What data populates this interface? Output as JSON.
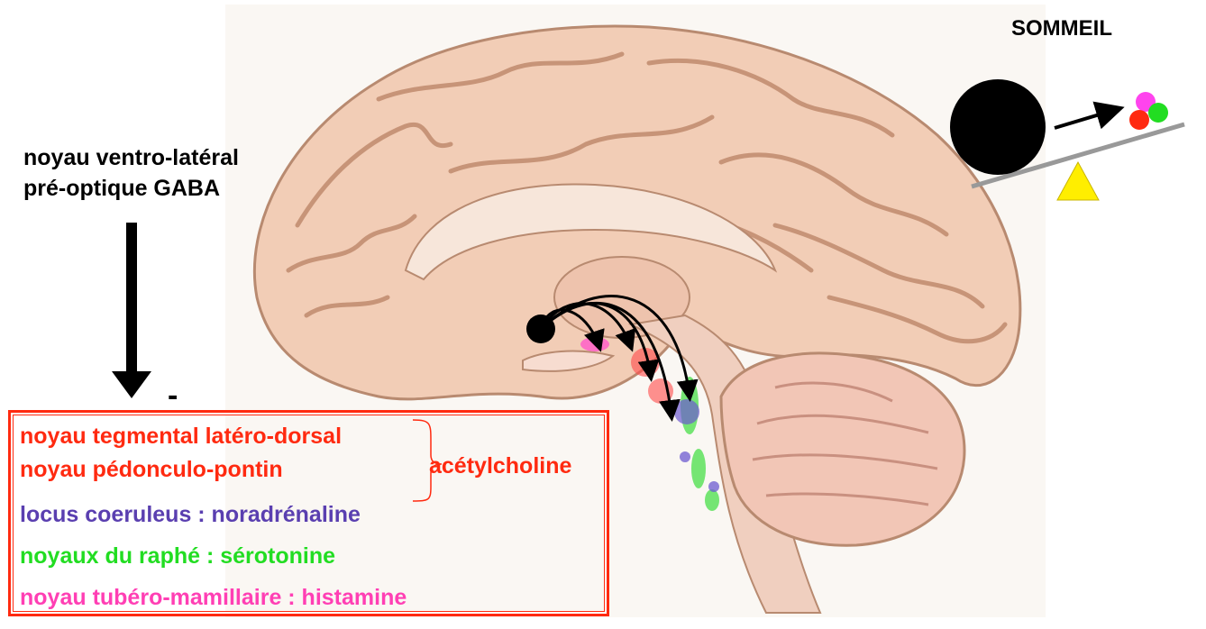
{
  "vlpo_label": {
    "line1": "noyau ventro-latéral",
    "line2": "pré-optique GABA"
  },
  "vlpo_inhibition_sign": "-",
  "sleep_panel": {
    "title": "SOMMEIL",
    "inhibition_sign": "-",
    "colors": {
      "big_ball": "#000000",
      "small_balls": [
        "#ff2a10",
        "#22dd22",
        "#ff44ee"
      ],
      "fulcrum": "#ffee00",
      "beam": "#999999"
    }
  },
  "nuclei": [
    {
      "label": "noyau tegmental latéro-dorsal",
      "color": "#ff2a10"
    },
    {
      "label": "noyau pédonculo-pontin",
      "color": "#ff2a10"
    },
    {
      "label": "locus coeruleus : noradrénaline",
      "color": "#5a3fb0"
    },
    {
      "label": "noyaux du raphé : sérotonine",
      "color": "#22dd22"
    },
    {
      "label": "noyau tubéro-mamillaire : histamine",
      "color": "#ff3fb4"
    }
  ],
  "acetylcholine_label": {
    "text": "acétylcholine",
    "color": "#ff2a10"
  },
  "colors": {
    "box_border": "#ff2a10",
    "brain_fill": "#f2d2bd",
    "brain_line": "#b88a70"
  }
}
